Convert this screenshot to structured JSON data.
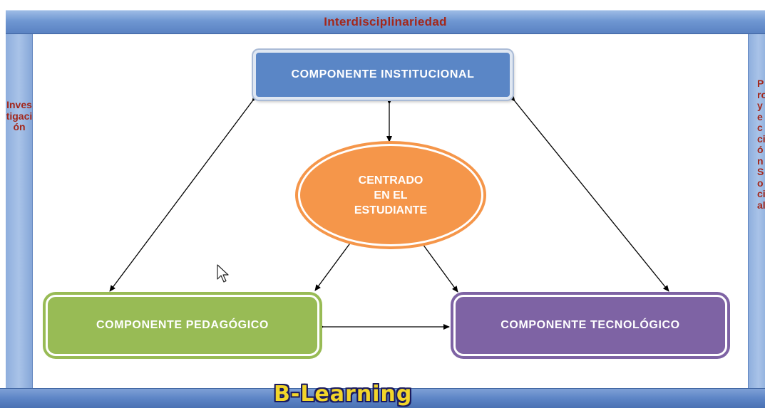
{
  "header": {
    "title": "Interdisciplinariedad"
  },
  "left_sidebar": {
    "text": "Investigación"
  },
  "right_sidebar": {
    "text": "Proyección Social"
  },
  "diagram": {
    "top_box": "COMPONENTE INSTITUCIONAL",
    "center": "CENTRADO\nEN EL\nESTUDIANTE",
    "left_box": "COMPONENTE PEDAGÓGICO",
    "right_box": "COMPONENTE TECNOLÓGICO"
  },
  "footer": {
    "brand": "B-Learning"
  },
  "colors": {
    "title_text": "#a3271b",
    "institucional": "#5a86c6",
    "center": "#f5964a",
    "pedagogico": "#98bb55",
    "tecnologico": "#7e63a4",
    "frame": "#6f97d2",
    "brand_fill": "#f2d52a"
  },
  "icons": {
    "cursor": "mouse-pointer-icon"
  }
}
